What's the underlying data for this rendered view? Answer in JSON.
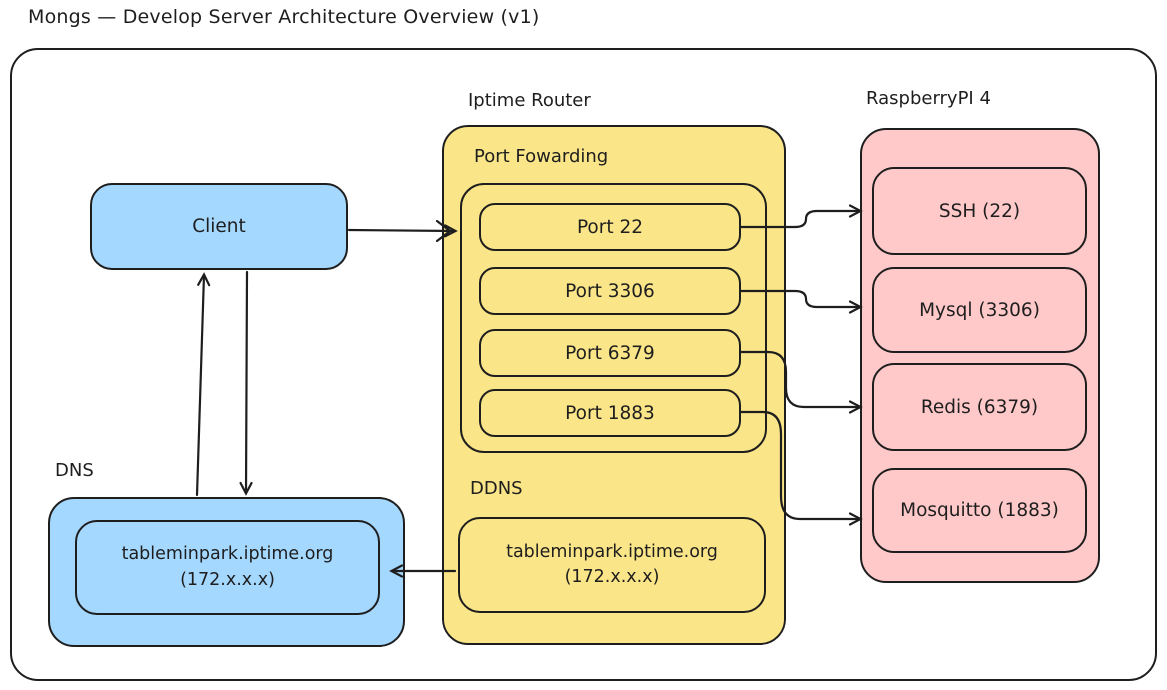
{
  "title": "Mongs — Develop Server Architecture Overview (v1)",
  "colors": {
    "blue": "#a5d8ff",
    "yellow": "#fae588",
    "pink": "#ffc9c9",
    "stroke": "#1e1e1e"
  },
  "client": {
    "label": "Client"
  },
  "router": {
    "label": "Iptime Router",
    "port_forwarding": {
      "label": "Port Fowarding",
      "ports": [
        {
          "label": "Port 22"
        },
        {
          "label": "Port 3306"
        },
        {
          "label": "Port 6379"
        },
        {
          "label": "Port 1883"
        }
      ]
    },
    "ddns": {
      "label": "DDNS",
      "host": "tableminpark.iptime.org",
      "ip": "(172.x.x.x)"
    }
  },
  "raspberry_pi": {
    "label": "RaspberryPI 4",
    "services": [
      {
        "label": "SSH (22)"
      },
      {
        "label": "Mysql (3306)"
      },
      {
        "label": "Redis (6379)"
      },
      {
        "label": "Mosquitto (1883)"
      }
    ]
  },
  "dns": {
    "label": "DNS",
    "host": "tableminpark.iptime.org",
    "ip": "(172.x.x.x)"
  }
}
